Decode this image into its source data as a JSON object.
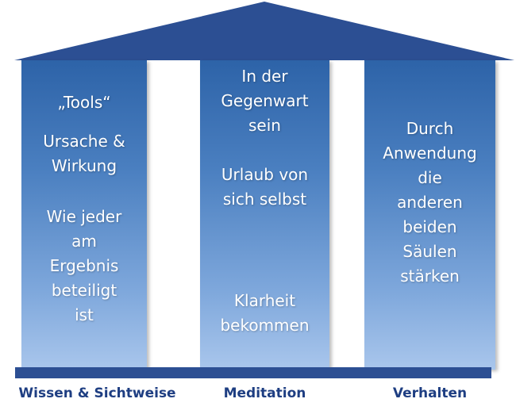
{
  "colors": {
    "roof": "#2c4f93",
    "pillar_top": "#2d63a8",
    "pillar_bottom": "#a9c6ec",
    "base": "#2c4f93",
    "caption_text": "#1e3e82",
    "pillar_text": "#ffffff"
  },
  "pillars": [
    {
      "blocks": [
        "„Tools“",
        "Ursache &\nWirkung",
        "Wie jeder\nam\nErgebnis\nbeteiligt\nist"
      ],
      "caption": "Wissen & Sichtweise"
    },
    {
      "blocks": [
        "In der\nGegenwart\nsein",
        "Urlaub von\nsich selbst",
        "Klarheit\nbekommen"
      ],
      "caption": "Meditation"
    },
    {
      "blocks": [
        "Durch\nAnwendung\ndie\nanderen\nbeiden\nSäulen\nstärken"
      ],
      "caption": "Verhalten"
    }
  ]
}
